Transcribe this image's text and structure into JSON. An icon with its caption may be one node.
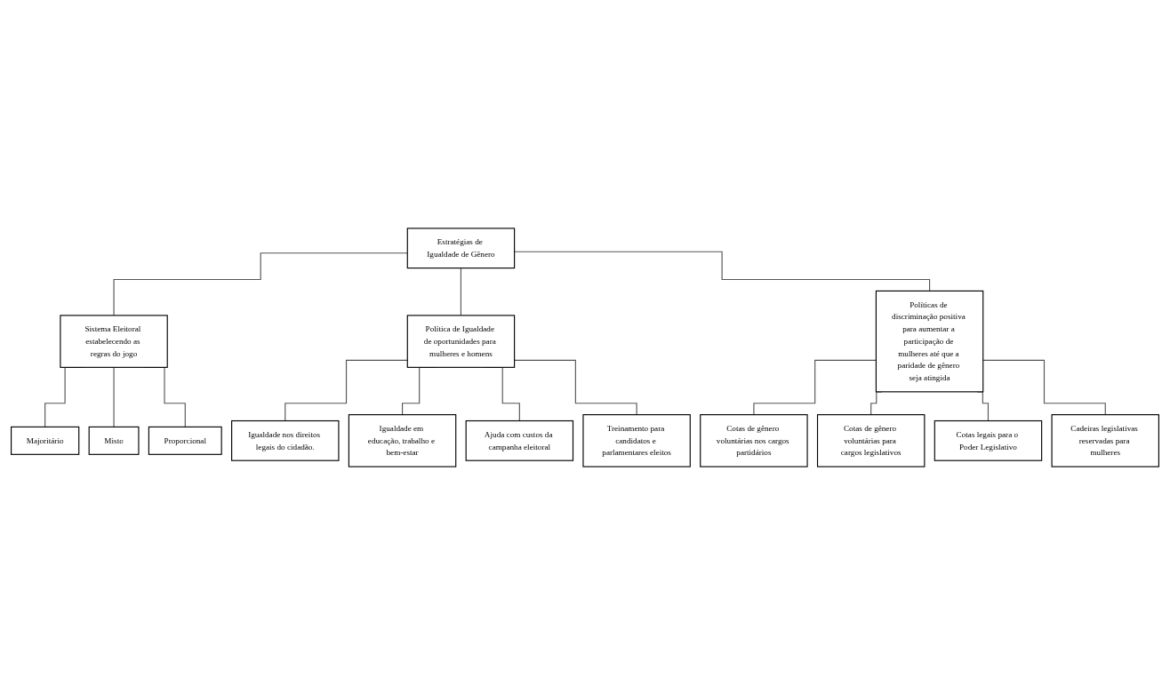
{
  "diagram": {
    "nodes": [
      {
        "text": [
          "Estratégias de Igualdade de Gênero"
        ]
      },
      {
        "text": [
          "Sistema Eleitoral estabelecendo as regras do jogo"
        ]
      },
      {
        "text": [
          "Política de Igualdade de oportunidades para mulheres e homens"
        ]
      },
      {
        "text": [
          "Políticas de discriminação positiva para aumentar a participação de mulheres até que a paridade de gênero seja atingida"
        ]
      },
      {
        "text": [
          "Majoritário"
        ]
      },
      {
        "text": [
          "Misto"
        ]
      },
      {
        "text": [
          "Proporcional"
        ]
      },
      {
        "text": [
          "Igualdade nos direitos legais do cidadão."
        ]
      },
      {
        "text": [
          "Igualdade em educação, trabalho e bem-estar"
        ]
      },
      {
        "text": [
          "Ajuda com custos da campanha eleitoral"
        ]
      },
      {
        "text": [
          "Treinamento para candidatos e parlamentares eleitos"
        ]
      },
      {
        "text": [
          "Cotas de gênero voluntárias nos cargos partidários"
        ]
      },
      {
        "text": [
          "Cotas de gênero voluntárias para cargos legislativos"
        ]
      },
      {
        "text": [
          "Cotas legais para o Poder Legislativo"
        ]
      },
      {
        "text": [
          "Cadeiras legislativas reservadas para mulheres"
        ]
      }
    ],
    "edges": [
      {
        "from": 0,
        "to": 1,
        "arrow": "none"
      },
      {
        "from": 0,
        "to": 2,
        "arrow": "none"
      },
      {
        "from": 0,
        "to": 3,
        "arrow": "none"
      },
      {
        "from": 1,
        "to": 4,
        "arrow": "none"
      },
      {
        "from": 1,
        "to": 5,
        "arrow": "none"
      },
      {
        "from": 1,
        "to": 6,
        "arrow": "none"
      },
      {
        "from": 2,
        "to": 7,
        "arrow": "none"
      },
      {
        "from": 2,
        "to": 8,
        "arrow": "none"
      },
      {
        "from": 2,
        "to": 9,
        "arrow": "none"
      },
      {
        "from": 2,
        "to": 10,
        "arrow": "none"
      },
      {
        "from": 3,
        "to": 11,
        "arrow": "none"
      },
      {
        "from": 3,
        "to": 12,
        "arrow": "none"
      },
      {
        "from": 3,
        "to": 13,
        "arrow": "none"
      },
      {
        "from": 3,
        "to": 14,
        "arrow": "none"
      }
    ]
  }
}
